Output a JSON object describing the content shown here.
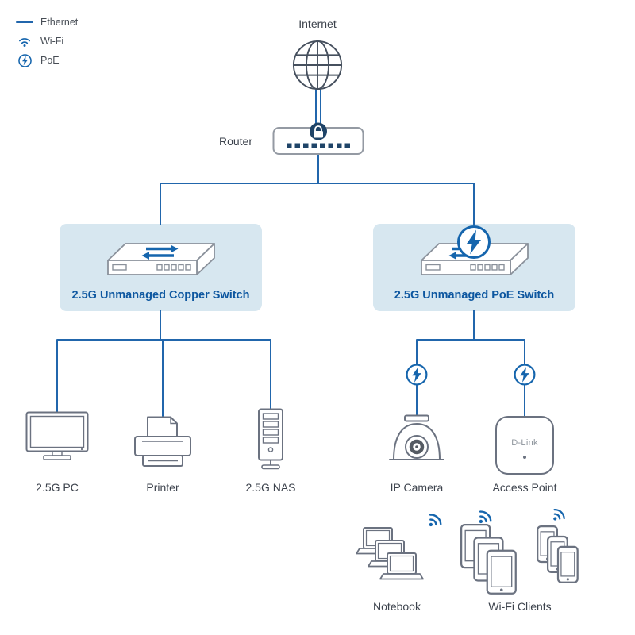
{
  "colors": {
    "line": "#2166ac",
    "panel_fill": "#d7e7f0",
    "accent_blue": "#1565ad",
    "switch_label_blue": "#0d57a0",
    "label_text": "#3d434d",
    "device_outline": "#6b7280",
    "dark_navy": "#1f4468"
  },
  "legend": {
    "items": [
      {
        "name": "ethernet",
        "label": "Ethernet"
      },
      {
        "name": "wifi",
        "label": "Wi-Fi"
      },
      {
        "name": "poe",
        "label": "PoE"
      }
    ]
  },
  "nodes": {
    "internet": {
      "label": "Internet"
    },
    "router": {
      "label": "Router"
    },
    "copper_switch": {
      "label": "2.5G Unmanaged Copper Switch"
    },
    "poe_switch": {
      "label": "2.5G Unmanaged PoE Switch"
    },
    "pc": {
      "label": "2.5G PC"
    },
    "printer": {
      "label": "Printer"
    },
    "nas": {
      "label": "2.5G NAS"
    },
    "ip_camera": {
      "label": "IP Camera"
    },
    "access_point": {
      "label": "Access Point",
      "device_text": "D-Link"
    },
    "notebook": {
      "label": "Notebook"
    },
    "wifi_clients": {
      "label": "Wi-Fi Clients"
    }
  }
}
